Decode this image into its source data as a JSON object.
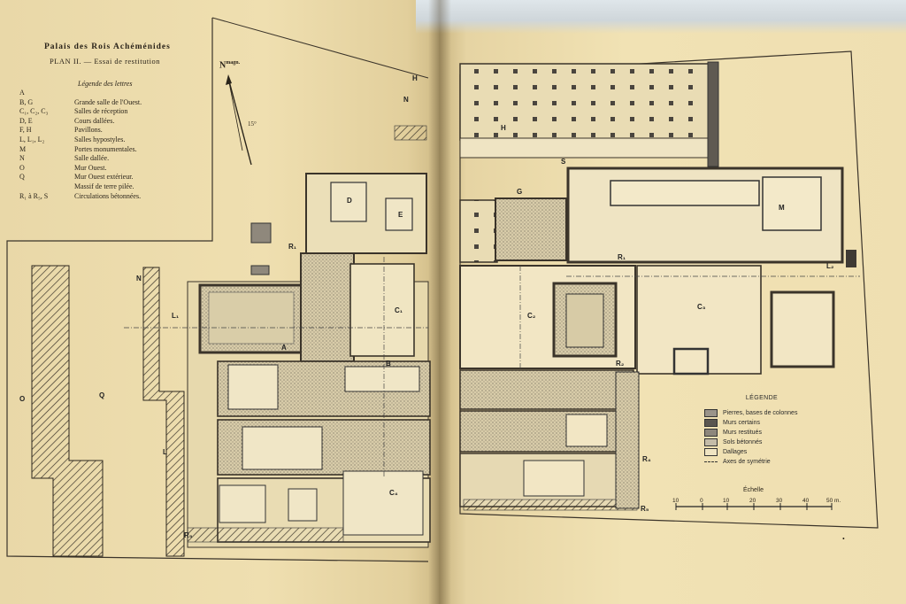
{
  "left_page": {
    "title": "Palais des Rois Achéménides",
    "subtitle": "PLAN II. — Essai de restitution",
    "legend_heading": "Légende des lettres",
    "legend": [
      {
        "code": "A",
        "text": ""
      },
      {
        "code": "B, G",
        "text": "Grande salle de l'Ouest."
      },
      {
        "code": "C₁, C₂, C₃",
        "text": "Salles de réception"
      },
      {
        "code": "D, E",
        "text": "Cours dallées."
      },
      {
        "code": "F, H",
        "text": "Pavillons."
      },
      {
        "code": "L, L₁, L₂",
        "text": "Salles hypostyles."
      },
      {
        "code": "M",
        "text": "Portes monumentales."
      },
      {
        "code": "N",
        "text": "Salle dallée."
      },
      {
        "code": "O",
        "text": "Mur Ouest."
      },
      {
        "code": "Q",
        "text": "Mur Ouest extérieur."
      },
      {
        "code": "",
        "text": "Massif de terre pilée."
      },
      {
        "code": "R₁ à R₅, S",
        "text": "Circulations bétonnées."
      }
    ],
    "north_label": "N",
    "north_sup": "magn.",
    "angle_label": "15°",
    "plan_labels": [
      "O",
      "Q",
      "N",
      "L",
      "L₁",
      "R₁",
      "R₅",
      "A",
      "B",
      "C₁",
      "C₄",
      "D",
      "E",
      "H",
      "N"
    ]
  },
  "right_page": {
    "plan_labels": [
      "H",
      "S",
      "G",
      "M",
      "R₁",
      "L₂",
      "C₂",
      "C₃",
      "R₂",
      "R₄",
      "R₅"
    ],
    "legend_title": "LÉGENDE",
    "legend": [
      {
        "label": "Pierres, bases de colonnes",
        "color": "#9a948a"
      },
      {
        "label": "Murs certains",
        "color": "#5a5650"
      },
      {
        "label": "Murs restitués",
        "color": "#8d877c"
      },
      {
        "label": "Sols bétonnés",
        "color": "#c4bca8"
      },
      {
        "label": "Dallages",
        "color": "#efe4c2"
      },
      {
        "label": "Axes de symétrie",
        "color": "#333333"
      }
    ],
    "scale_title": "Échelle",
    "scale_ticks": [
      "10",
      "0",
      "10",
      "20",
      "30",
      "40",
      "50 m."
    ],
    "page_mark": "•"
  }
}
